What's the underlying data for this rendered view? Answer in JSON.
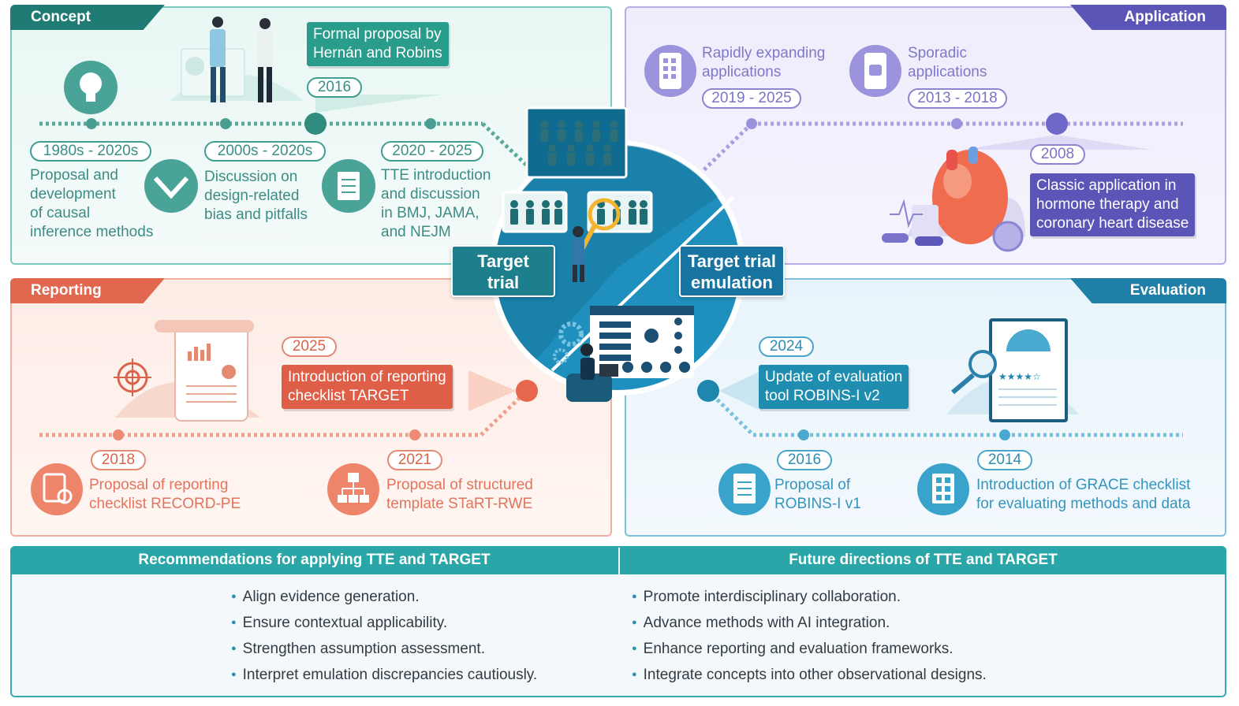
{
  "concept": {
    "tab": "Concept",
    "callout": "Formal proposal by\nHernán and Robins",
    "callout_year": "2016",
    "items": [
      {
        "year": "1980s - 2020s",
        "text": "Proposal and\ndevelopment\nof causal\ninference methods"
      },
      {
        "year": "2000s - 2020s",
        "text": "Discussion on\ndesign-related\nbias and pitfalls"
      },
      {
        "year": "2020 - 2025",
        "text": "TTE introduction\nand discussion\nin BMJ, JAMA,\nand NEJM"
      }
    ]
  },
  "application": {
    "tab": "Application",
    "items": [
      {
        "year": "2019 - 2025",
        "text": "Rapidly expanding\napplications"
      },
      {
        "year": "2013 - 2018",
        "text": "Sporadic\napplications"
      }
    ],
    "callout_year": "2008",
    "callout": "Classic application in\nhormone therapy and\ncoronary heart disease"
  },
  "reporting": {
    "tab": "Reporting",
    "callout_year": "2025",
    "callout": "Introduction of reporting\nchecklist TARGET",
    "items": [
      {
        "year": "2018",
        "text": "Proposal of reporting\nchecklist RECORD-PE"
      },
      {
        "year": "2021",
        "text": "Proposal of structured\ntemplate STaRT-RWE"
      }
    ]
  },
  "evaluation": {
    "tab": "Evaluation",
    "callout_year": "2024",
    "callout": "Update of evaluation\ntool ROBINS-I v2",
    "items": [
      {
        "year": "2016",
        "text": "Proposal of\nROBINS-I v1"
      },
      {
        "year": "2014",
        "text": "Introduction of GRACE checklist\nfor evaluating methods and data"
      }
    ]
  },
  "center": {
    "left_label": "Target\ntrial",
    "right_label": "Target trial\nemulation"
  },
  "recommendations": {
    "title": "Recommendations for applying TTE and TARGET",
    "bullets": [
      "Align evidence generation.",
      "Ensure contextual applicability.",
      "Strengthen assumption assessment.",
      "Interpret emulation discrepancies cautiously."
    ]
  },
  "future": {
    "title": "Future directions of TTE and TARGET",
    "bullets": [
      "Promote interdisciplinary collaboration.",
      "Advance methods with AI integration.",
      "Enhance reporting and evaluation frameworks.",
      "Integrate concepts into other observational designs."
    ]
  },
  "colors": {
    "concept": "#1f7b74",
    "application": "#5b55b8",
    "reporting": "#e1674e",
    "evaluation": "#207fa6",
    "bottom": "#2aa6a8"
  }
}
